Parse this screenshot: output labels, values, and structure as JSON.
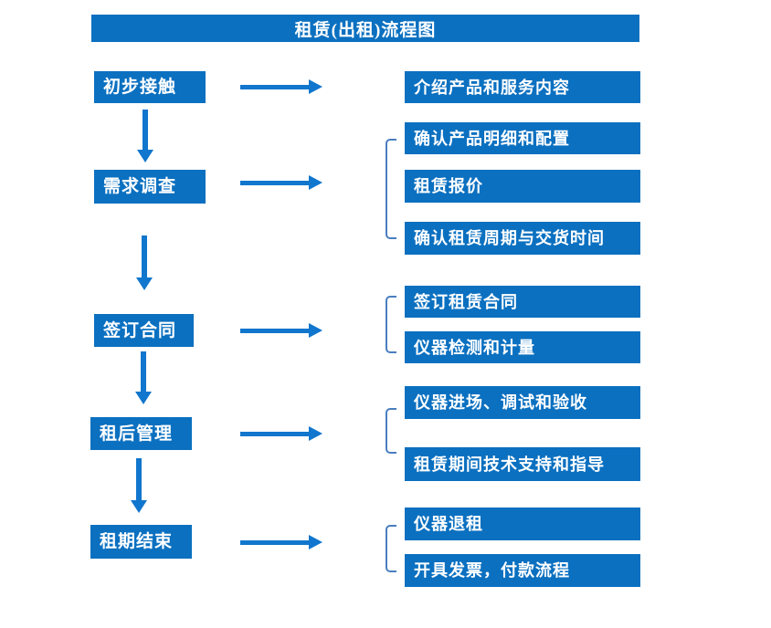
{
  "title": "租赁(出租)流程图",
  "colors": {
    "box_blue": "#0b70c0",
    "arrow_blue": "#1176cd",
    "bracket_blue": "#4a7ebf",
    "text_white": "#ffffff"
  },
  "steps": [
    {
      "label": "初步接触",
      "details": [
        "介绍产品和服务内容"
      ]
    },
    {
      "label": "需求调查",
      "details": [
        "确认产品明细和配置",
        "租赁报价",
        "确认租赁周期与交货时间"
      ]
    },
    {
      "label": "签订合同",
      "details": [
        "签订租赁合同",
        "仪器检测和计量"
      ]
    },
    {
      "label": "租后管理",
      "details": [
        "仪器进场、调试和验收",
        "租赁期间技术支持和指导"
      ]
    },
    {
      "label": "租期结束",
      "details": [
        "仪器退租",
        "开具发票，付款流程"
      ]
    }
  ]
}
